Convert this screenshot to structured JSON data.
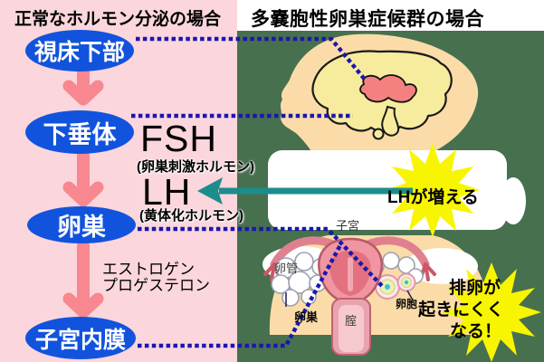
{
  "left_panel": {
    "title": "正常なホルモン分泌の場合",
    "nodes": [
      {
        "label": "視床下部"
      },
      {
        "label": "下垂体"
      },
      {
        "label": "卵巣"
      },
      {
        "label": "子宮内膜"
      }
    ],
    "fsh_label": "FSH",
    "fsh_sub": "(卵巣刺激ホルモン)",
    "lh_label": "LH",
    "lh_sub": "(黄体化ホルモン)",
    "ovary_hormones_line1": "エストロゲン",
    "ovary_hormones_line2": "プロゲステロン"
  },
  "right_panel": {
    "title": "多嚢胞性卵巣症候群の場合",
    "lh_callout": "LHが増える",
    "ovulation_callout_line1": "排卵が",
    "ovulation_callout_line2": "起きにくく",
    "ovulation_callout_line3": "なる！",
    "labels": {
      "uterus": "子宮",
      "fallopian_tube": "卵管",
      "ovary": "卵巣",
      "vagina": "腟",
      "follicle": "卵胞"
    }
  },
  "colors": {
    "left_bg": "#fbd6dc",
    "right_bg": "#47704f",
    "top_strip": "#ffffff",
    "node_fill": "#1253dd",
    "node_text": "#ffffff",
    "flow_arrow": "#f9878f",
    "lh_arrow": "#1d8c8c",
    "dotted_line": "#1a17ad",
    "starburst": "#f8f500",
    "skin": "#fbdca8",
    "brain": "#f7eb9d",
    "hypothalamus": "#f4817f",
    "uterus": "#ef96a2",
    "follicle_egg_dot": "#2fc4dd"
  }
}
